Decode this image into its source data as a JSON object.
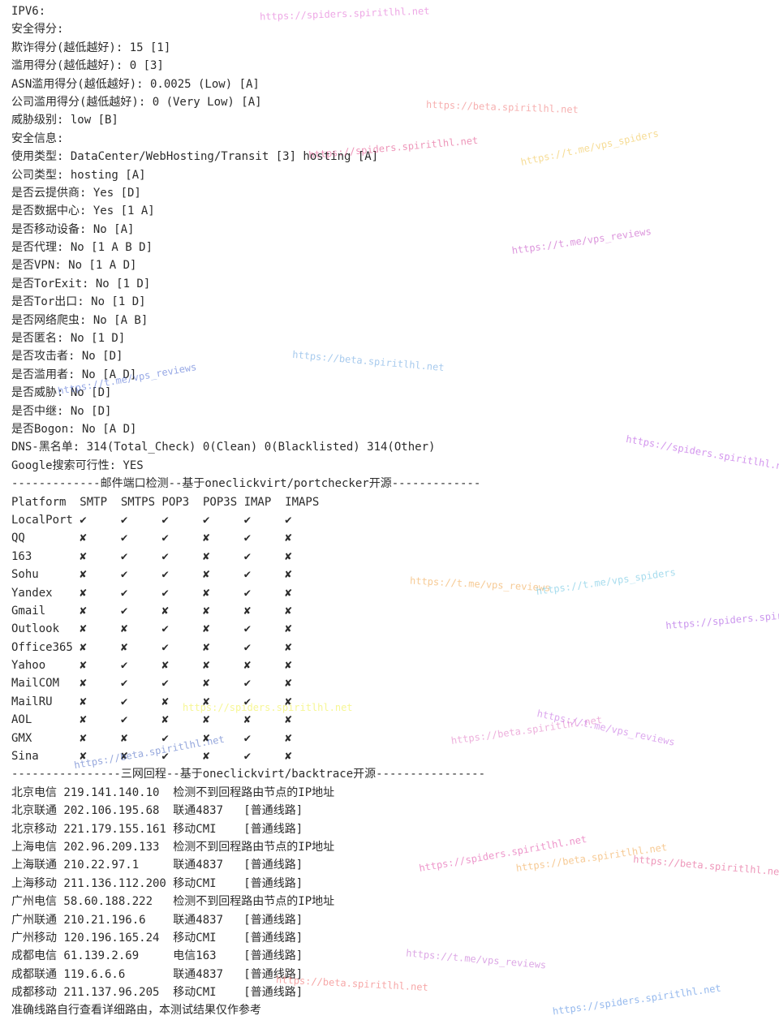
{
  "terminal_lines": [
    "IPV6:",
    "安全得分:",
    "欺诈得分(越低越好): 15 [1]",
    "滥用得分(越低越好): 0 [3]",
    "ASN滥用得分(越低越好): 0.0025 (Low) [A]",
    "公司滥用得分(越低越好): 0 (Very Low) [A]",
    "威胁级别: low [B]",
    "安全信息:",
    "使用类型: DataCenter/WebHosting/Transit [3] hosting [A]",
    "公司类型: hosting [A]",
    "是否云提供商: Yes [D]",
    "是否数据中心: Yes [1 A]",
    "是否移动设备: No [A]",
    "是否代理: No [1 A B D]",
    "是否VPN: No [1 A D]",
    "是否TorExit: No [1 D]",
    "是否Tor出口: No [1 D]",
    "是否网络爬虫: No [A B]",
    "是否匿名: No [1 D]",
    "是否攻击者: No [D]",
    "是否滥用者: No [A D]",
    "是否威胁: No [D]",
    "是否中继: No [D]",
    "是否Bogon: No [A D]",
    "DNS-黑名单: 314(Total_Check) 0(Clean) 0(Blacklisted) 314(Other)",
    "Google搜索可行性: YES",
    "-------------邮件端口检测--基于oneclickvirt/portchecker开源-------------",
    "Platform  SMTP  SMTPS POP3  POP3S IMAP  IMAPS",
    "LocalPort ✔     ✔     ✔     ✔     ✔     ✔",
    "QQ        ✘     ✔     ✔     ✘     ✔     ✘",
    "163       ✘     ✔     ✔     ✘     ✔     ✘",
    "Sohu      ✘     ✔     ✔     ✘     ✔     ✘",
    "Yandex    ✘     ✔     ✔     ✘     ✔     ✘",
    "Gmail     ✘     ✔     ✘     ✘     ✘     ✘",
    "Outlook   ✘     ✘     ✔     ✘     ✔     ✘",
    "Office365 ✘     ✘     ✔     ✘     ✔     ✘",
    "Yahoo     ✘     ✔     ✘     ✘     ✘     ✘",
    "MailCOM   ✘     ✔     ✔     ✘     ✔     ✘",
    "MailRU    ✘     ✔     ✘     ✘     ✔     ✘",
    "AOL       ✘     ✔     ✘     ✘     ✘     ✘",
    "GMX       ✘     ✘     ✔     ✘     ✔     ✘",
    "Sina      ✘     ✘     ✔     ✘     ✔     ✘",
    "----------------三网回程--基于oneclickvirt/backtrace开源----------------",
    "北京电信 219.141.140.10  检测不到回程路由节点的IP地址",
    "北京联通 202.106.195.68  联通4837   [普通线路]",
    "北京移动 221.179.155.161 移动CMI    [普通线路]",
    "上海电信 202.96.209.133  检测不到回程路由节点的IP地址",
    "上海联通 210.22.97.1     联通4837   [普通线路]",
    "上海移动 211.136.112.200 移动CMI    [普通线路]",
    "广州电信 58.60.188.222   检测不到回程路由节点的IP地址",
    "广州联通 210.21.196.6    联通4837   [普通线路]",
    "广州移动 120.196.165.24  移动CMI    [普通线路]",
    "成都电信 61.139.2.69     电信163    [普通线路]",
    "成都联通 119.6.6.6       联通4837   [普通线路]",
    "成都移动 211.137.96.205  移动CMI    [普通线路]",
    "准确线路自行查看详细路由，本测试结果仅作参考"
  ],
  "watermarks": [
    {
      "text": "https://spiders.spiritlhl.net",
      "color": "#e060d0"
    },
    {
      "text": "https://beta.spiritlhl.net",
      "color": "#f07070"
    },
    {
      "text": "https://t.me/vps_spiders",
      "color": "#f0c040"
    },
    {
      "text": "https://spiders.spiritlhl.net",
      "color": "#e04080"
    },
    {
      "text": "https://t.me/vps_reviews",
      "color": "#c040c0"
    },
    {
      "text": "https://beta.spiritlhl.net",
      "color": "#60a0e0"
    },
    {
      "text": "https://spiders.spiritlhl.net",
      "color": "#b040e0"
    },
    {
      "text": "https://t.me/vps_reviews",
      "color": "#4060d0"
    },
    {
      "text": "https://t.me/vps_reviews",
      "color": "#f0a040"
    },
    {
      "text": "https://t.me/vps_spiders",
      "color": "#60c0e0"
    },
    {
      "text": "https://spiders.spiritlhl.net",
      "color": "#a040e0"
    },
    {
      "text": "https://spiders.spiritlhl.net",
      "color": "#f0f040"
    },
    {
      "text": "https://beta.spiritlhl.net",
      "color": "#e070c0"
    },
    {
      "text": "https://t.me/vps_reviews",
      "color": "#c060e0"
    },
    {
      "text": "https://beta.spiritlhl.net",
      "color": "#4060c0"
    },
    {
      "text": "https://spiders.spiritlhl.net",
      "color": "#e040a0"
    },
    {
      "text": "https://beta.spiritlhl.net",
      "color": "#f0a040"
    },
    {
      "text": "https://beta.spiritlhl.net",
      "color": "#e04080"
    },
    {
      "text": "https://t.me/vps_reviews",
      "color": "#c060d0"
    },
    {
      "text": "https://beta.spiritlhl.net",
      "color": "#f06060"
    },
    {
      "text": "https://spiders.spiritlhl.net",
      "color": "#4080e0"
    }
  ]
}
